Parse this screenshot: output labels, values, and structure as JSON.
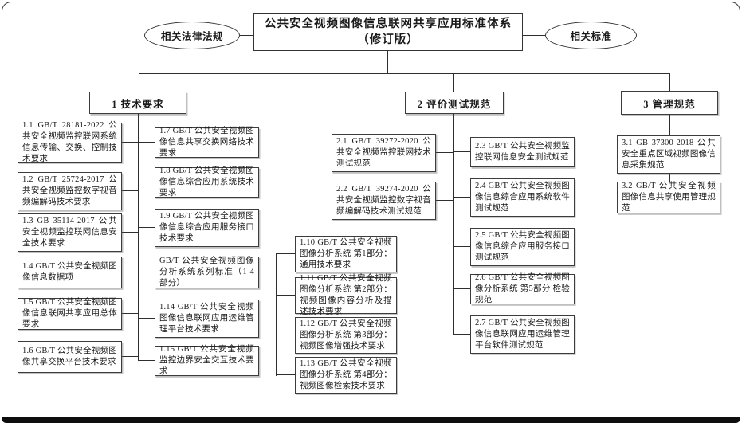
{
  "root": {
    "left_ellipse": "相关法律法规",
    "right_ellipse": "相关标准",
    "title_line1": "公共安全视频图像信息联网共享应用标准体系",
    "title_line2": "（修订版）"
  },
  "branch1": {
    "header": "1 技术要求",
    "col_left": [
      "1.1 GB/T 28181-2022 公共安全视频监控联网系统信息传输、交换、控制技术要求",
      "1.2 GB/T 25724-2017 公共安全视频监控数字视音频编解码技术要求",
      "1.3 GB 35114-2017 公共安全视频监控联网信息安全技术要求",
      "1.4 GB/T 公共安全视频图像信息数据项",
      "1.5 GB/T 公共安全视频图像信息联网共享应用总体要求",
      "1.6 GB/T 公共安全视频图像共享交换平台技术要求"
    ],
    "col_mid": [
      "1.7 GB/T 公共安全视频图像信息共享交换网络技术要求",
      "1.8 GB/T 公共安全视频图像信息综合应用系统技术要求",
      "1.9 GB/T 公共安全视频图像信息综合应用服务接口技术要求",
      "GB/T 公共安全视频图像分析系统系列标准（1-4部分）",
      "1.14 GB/T 公共安全视频图像信息联网应用运维管理平台技术要求",
      "1.15 GB/T 公共安全视频监控边界安全交互技术要求"
    ],
    "col_parts": [
      "1.10 GB/T 公共安全视频图像分析系统 第1部分：通用技术要求",
      "1.11 GB/T 公共安全视频图像分析系统 第2部分：视频图像内容分析及描述技术要求",
      "1.12 GB/T 公共安全视频图像分析系统 第3部分：视频图像增强技术要求",
      "1.13 GB/T 公共安全视频图像分析系统 第4部分：视频图像检索技术要求"
    ]
  },
  "branch2": {
    "header": "2 评价测试规范",
    "col_left": [
      "2.1 GB/T 39272-2020 公共安全视频监控联网技术测试规范",
      "2.2 GB/T 39274-2020 公共安全视频监控数字视音频编解码技术测试规范"
    ],
    "col_right": [
      "2.3 GB/T 公共安全视频监控联网信息安全测试规范",
      "2.4 GB/T 公共安全视频图像信息综合应用系统软件测试规范",
      "2.5 GB/T 公共安全视频图像信息综合应用服务接口测试规范",
      "2.6 GB/T 公共安全视频图像分析系统 第5部分 检验规范",
      "2.7 GB/T 公共安全视频图像信息联网应用运维管理平台软件测试规范"
    ]
  },
  "branch3": {
    "header": "3 管理规范",
    "items": [
      "3.1 GB 37300-2018 公共安全重点区域视频图像信息采集规范",
      "3.2 GB/T 公共安全视频图像信息共享使用管理规范"
    ]
  },
  "colors": {
    "line": "#2e2e2e",
    "border": "#3c3c3c",
    "background": "#ffffff",
    "text": "#1a1a1a"
  }
}
